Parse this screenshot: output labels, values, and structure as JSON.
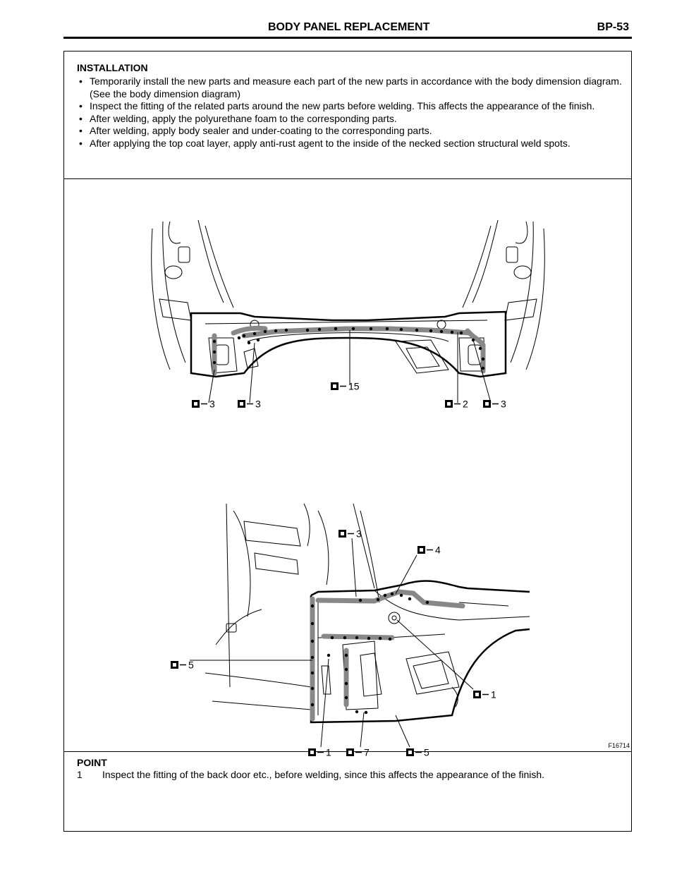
{
  "header": {
    "title": "BODY PANEL REPLACEMENT",
    "page": "BP-53"
  },
  "installation": {
    "heading": "INSTALLATION",
    "bullets": [
      "Temporarily install the new parts and measure each part of the new parts in accordance with the body dimension diagram. (See the body dimension diagram)",
      "Inspect the fitting of the related parts around the new parts before welding. This affects the appearance of the finish.",
      "After welding, apply the polyurethane foam to the corresponding parts.",
      "After welding, apply body sealer and under-coating to the corresponding parts.",
      "After applying the top coat layer, apply anti-rust agent to the inside of the necked section structural weld spots."
    ]
  },
  "figure": {
    "id": "F16714",
    "weld_icon": "spot-weld-icon",
    "top_callouts": [
      "3",
      "3",
      "15",
      "2",
      "3"
    ],
    "bottom_callouts": [
      "3",
      "4",
      "5",
      "1",
      "1",
      "7",
      "5"
    ]
  },
  "point": {
    "heading": "POINT",
    "items": [
      {
        "num": "1",
        "text": "Inspect the fitting of the back door etc., before welding, since this affects the appearance of the finish."
      }
    ]
  }
}
